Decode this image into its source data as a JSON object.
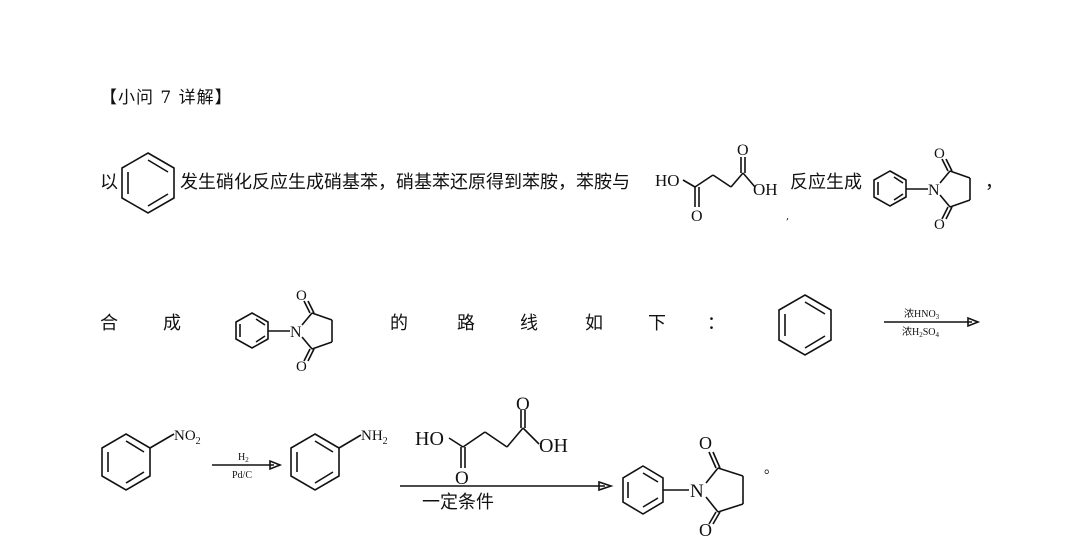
{
  "heading": "【小问 7 详解】",
  "line1": {
    "prefix": "以",
    "text_a": "发生硝化反应生成硝基苯，硝基苯还原得到苯胺，苯胺与",
    "text_b": "反应生成",
    "end_comma": "，",
    "small_comma": ","
  },
  "line2": {
    "chars": [
      "合",
      "成",
      "的",
      "路",
      "线",
      "如",
      "下",
      "："
    ]
  },
  "labels": {
    "HO": "HO",
    "OH": "OH",
    "O": "O",
    "N": "N",
    "NO2": "NO",
    "NO2_sub": "2",
    "NH2": "NH",
    "NH2_sub": "2"
  },
  "reagents": {
    "step1_top": "浓HNO",
    "step1_top_sub": "3",
    "step1_bottom": "浓H",
    "step1_bottom_sub1": "2",
    "step1_bottom_mid": "SO",
    "step1_bottom_sub2": "4",
    "step2_top": "H",
    "step2_top_sub": "2",
    "step2_bottom": "Pd/C",
    "step3_bottom": "一定条件"
  },
  "end_mark": "。"
}
